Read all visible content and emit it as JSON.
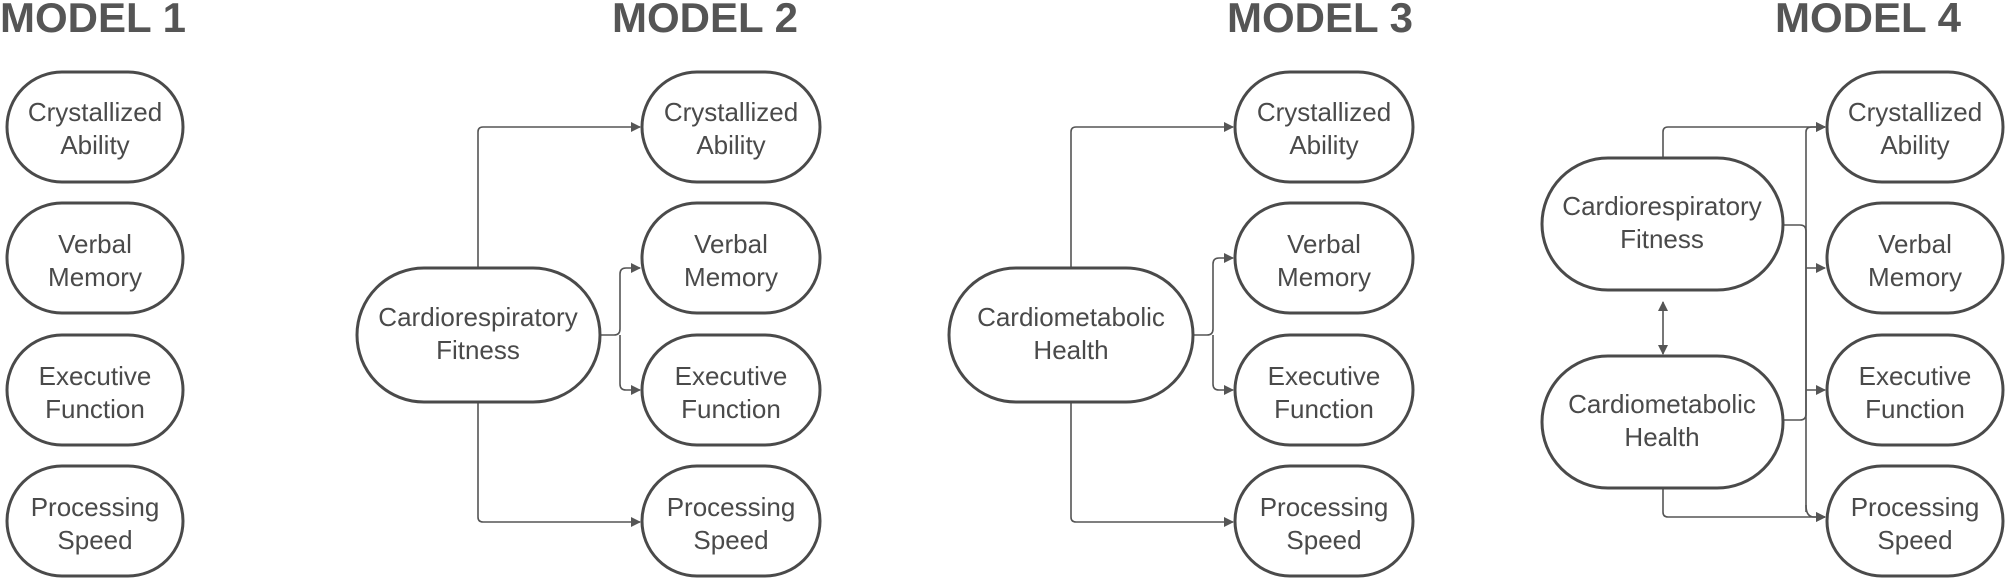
{
  "models": [
    {
      "title": "MODEL 1",
      "outcomes": [
        [
          "Crystallized",
          "Ability"
        ],
        [
          "Verbal",
          "Memory"
        ],
        [
          "Executive",
          "Function"
        ],
        [
          "Processing",
          "Speed"
        ]
      ],
      "predictors": []
    },
    {
      "title": "MODEL 2",
      "outcomes": [
        [
          "Crystallized",
          "Ability"
        ],
        [
          "Verbal",
          "Memory"
        ],
        [
          "Executive",
          "Function"
        ],
        [
          "Processing",
          "Speed"
        ]
      ],
      "predictors": [
        [
          "Cardiorespiratory",
          "Fitness"
        ]
      ]
    },
    {
      "title": "MODEL 3",
      "outcomes": [
        [
          "Crystallized",
          "Ability"
        ],
        [
          "Verbal",
          "Memory"
        ],
        [
          "Executive",
          "Function"
        ],
        [
          "Processing",
          "Speed"
        ]
      ],
      "predictors": [
        [
          "Cardiometabolic",
          "Health"
        ]
      ]
    },
    {
      "title": "MODEL 4",
      "outcomes": [
        [
          "Crystallized",
          "Ability"
        ],
        [
          "Verbal",
          "Memory"
        ],
        [
          "Executive",
          "Function"
        ],
        [
          "Processing",
          "Speed"
        ]
      ],
      "predictors": [
        [
          "Cardiorespiratory",
          "Fitness"
        ],
        [
          "Cardiometabolic",
          "Health"
        ]
      ],
      "predictor_covariance": true
    }
  ],
  "colors": {
    "text": "#4a4a4a",
    "title": "#555555",
    "stroke": "#4a4a4a",
    "background": "#ffffff"
  }
}
